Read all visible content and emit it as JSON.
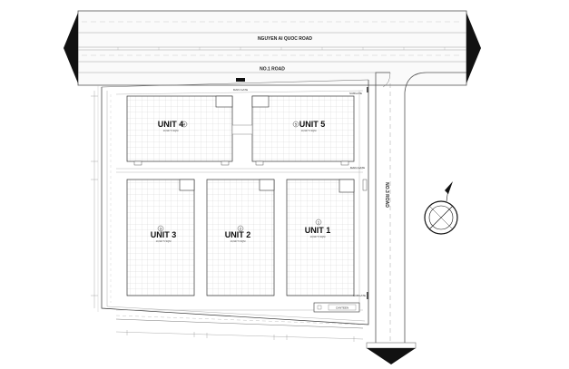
{
  "roads": {
    "main_road": "NGUYEN AI QUOC ROAD",
    "road_1": "NO.1 ROAD",
    "road_3": "NO.3 ROAD"
  },
  "gates": {
    "main_gate_top": "MAIN GATE",
    "subgate_top": "SUBGATE",
    "main_gate_right": "MAIN GATE",
    "subgate_bottom": "SUBGATE"
  },
  "units": [
    {
      "label": "UNIT 4",
      "number": "4",
      "area": "10,947.5 SQM"
    },
    {
      "label": "UNIT 5",
      "number": "5",
      "area": "10,947.5 SQM"
    },
    {
      "label": "UNIT 3",
      "number": "3",
      "area": "10,947.5 SQM"
    },
    {
      "label": "UNIT 2",
      "number": "2",
      "area": "10,947.5 SQM"
    },
    {
      "label": "UNIT 1",
      "number": "1",
      "area": "10,947.5 SQM"
    }
  ],
  "canteen": "CANTEEN",
  "compass": "north-arrow-icon"
}
